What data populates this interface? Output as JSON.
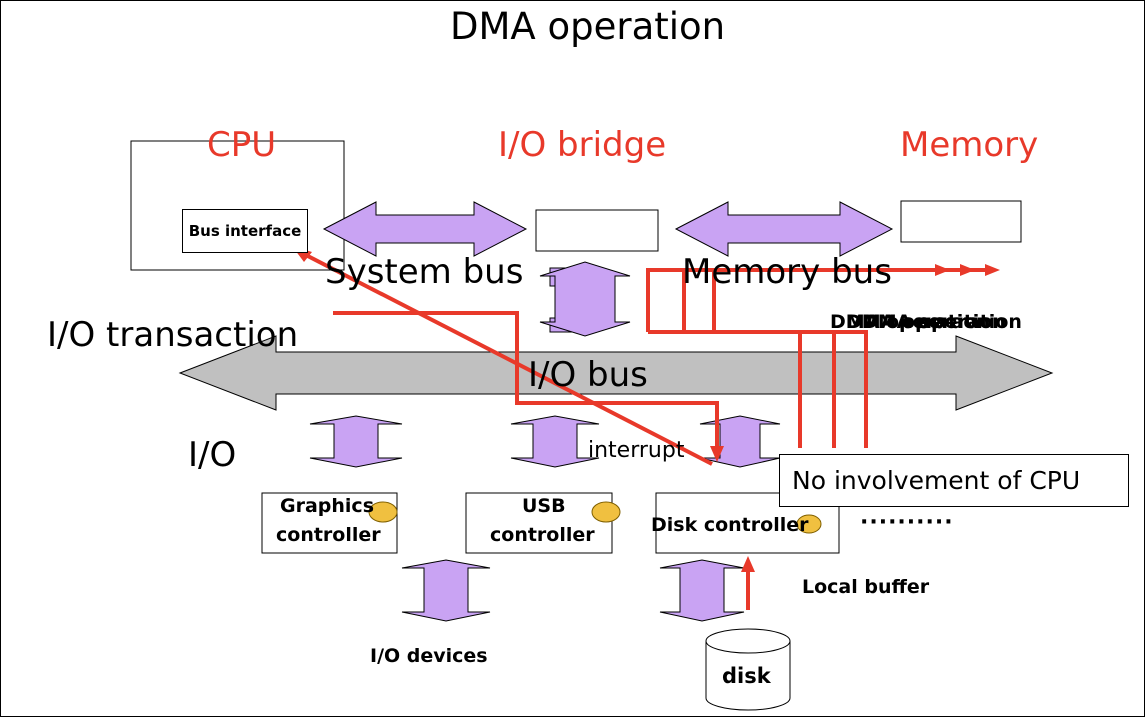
{
  "title": "DMA operation",
  "labels": {
    "cpu": "CPU",
    "io_bridge": "I/O bridge",
    "memory": "Memory",
    "bus_interface": "Bus interface",
    "system_bus": "System bus",
    "memory_bus": "Memory bus",
    "io_transaction": "I/O transaction",
    "io_bus": "I/O bus",
    "io": "I/O",
    "interrupt": "interrupt",
    "no_involvement": "No involvement of CPU",
    "dma_overlap": [
      "DMA operation",
      "DMA operation",
      "DMA operation"
    ],
    "graphics_controller_line1": "Graphics",
    "graphics_controller_line2": "controller",
    "usb_controller_line1": "USB",
    "usb_controller_line2": "controller",
    "disk_controller": "Disk controller",
    "dots": "··········",
    "local_buffer": "Local buffer",
    "io_devices": "I/O devices",
    "disk": "disk"
  },
  "colors": {
    "accent_red": "#e8392a",
    "arrow_purple": "#c9a3f3",
    "bus_gray": "#c0c0c0",
    "disk_dot": "#f0c040"
  }
}
